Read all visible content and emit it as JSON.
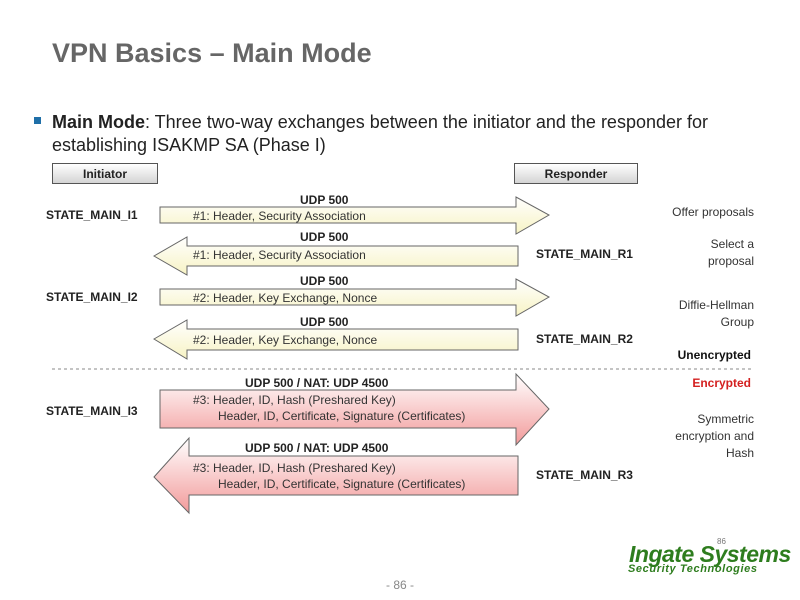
{
  "title": "VPN Basics – Main Mode",
  "bullet": {
    "term": "Main Mode",
    "text": ": Three two-way exchanges between the initiator and the responder for establishing ISAKMP SA (Phase I)"
  },
  "roles": {
    "initiator": "Initiator",
    "responder": "Responder"
  },
  "initiator_states": [
    "STATE_MAIN_I1",
    "STATE_MAIN_I2",
    "STATE_MAIN_I3"
  ],
  "responder_states": [
    "STATE_MAIN_R1",
    "STATE_MAIN_R2",
    "STATE_MAIN_R3"
  ],
  "messages": [
    {
      "udp": "UDP 500",
      "line1": "#1: Header, Security Association",
      "line2": "",
      "direction": "right",
      "encrypted": false
    },
    {
      "udp": "UDP 500",
      "line1": "#1: Header, Security Association",
      "line2": "",
      "direction": "left",
      "encrypted": false
    },
    {
      "udp": "UDP 500",
      "line1": "#2: Header, Key Exchange, Nonce",
      "line2": "",
      "direction": "right",
      "encrypted": false
    },
    {
      "udp": "UDP 500",
      "line1": "#2: Header, Key Exchange, Nonce",
      "line2": "",
      "direction": "left",
      "encrypted": false
    },
    {
      "udp": "UDP 500 / NAT: UDP 4500",
      "line1": "#3: Header, ID, Hash (Preshared Key)",
      "line2": "Header, ID, Certificate, Signature (Certificates)",
      "direction": "right",
      "encrypted": true
    },
    {
      "udp": "UDP 500 / NAT: UDP 4500",
      "line1": "#3: Header, ID, Hash (Preshared Key)",
      "line2": "Header, ID, Certificate, Signature (Certificates)",
      "direction": "left",
      "encrypted": true
    }
  ],
  "notes": {
    "offer": "Offer proposals",
    "select": [
      "Select a",
      "proposal"
    ],
    "dh": [
      "Diffie-Hellman",
      "Group"
    ],
    "unencrypted": "Unencrypted",
    "encrypted": "Encrypted",
    "symmetric": [
      "Symmetric",
      "encryption and",
      "Hash"
    ]
  },
  "colors": {
    "plain_fill_top": "#ffffff",
    "plain_fill_bottom": "#f7f3c4",
    "enc_fill_top": "#ffffff",
    "enc_fill_bottom": "#f3a3a3",
    "accent_red": "#d42020",
    "logo_green": "#2e7d1e"
  },
  "footer": {
    "page": "- 86 -",
    "small_page": "86",
    "logo_name": "Ingate Systems",
    "logo_tagline": "Security Technologies"
  }
}
